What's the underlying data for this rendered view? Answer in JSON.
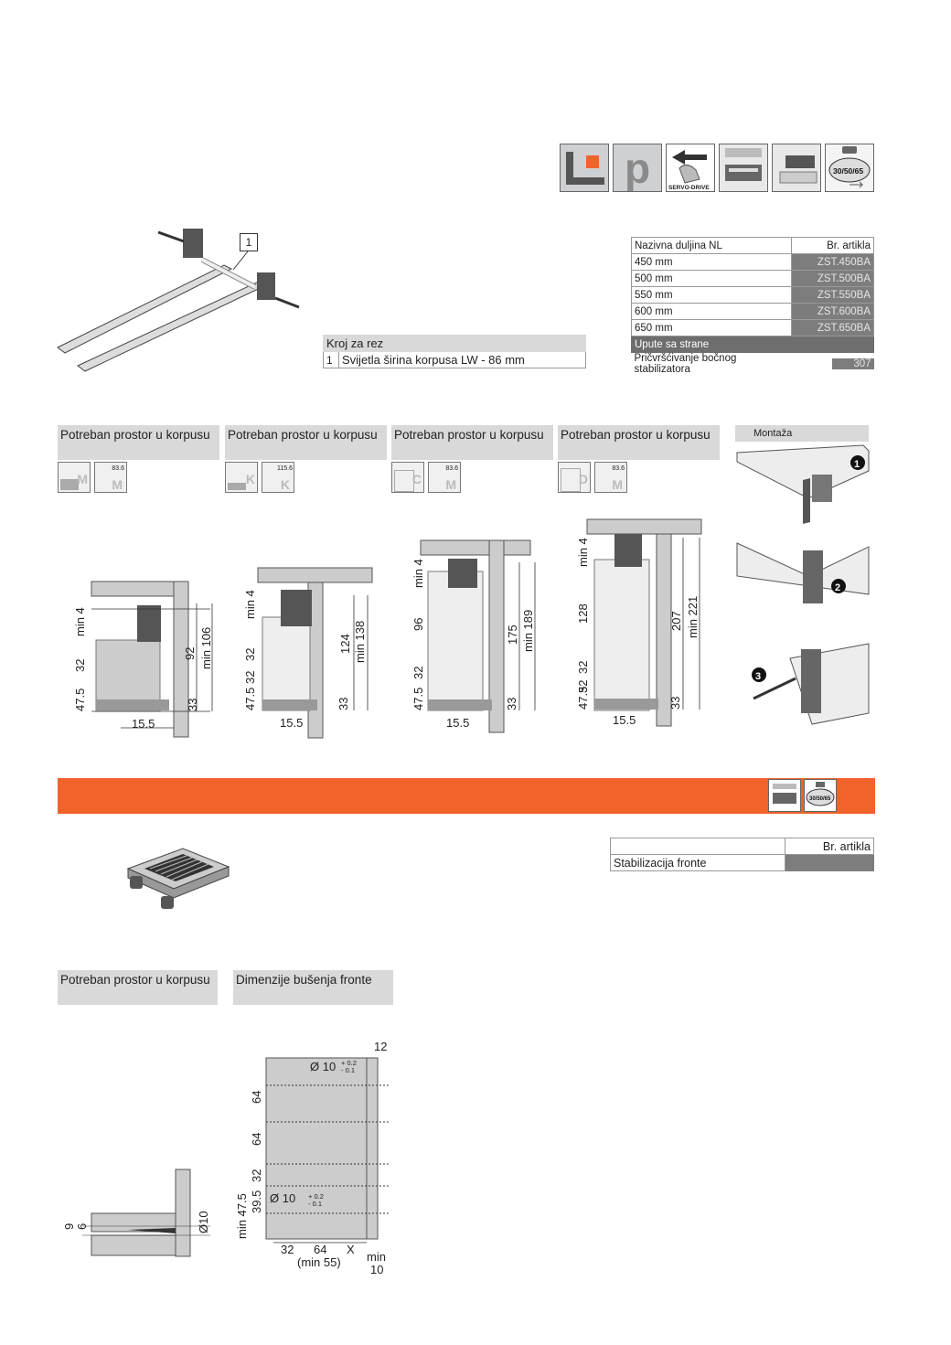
{
  "top_icons": [
    "drawer-type-icon",
    "p-letter-icon",
    "servo-drive-icon",
    "drawer-pull-icon",
    "drawer-inner-icon",
    "load-rating-icon"
  ],
  "top_icon_texts": {
    "servo": "SERVO-DRIVE",
    "load": "30/50/65",
    "p": "p"
  },
  "callout_number": "1",
  "cut_table": {
    "header": "Kroj za rez",
    "row_num": "1",
    "row_text": "Svijetla širina korpusa LW - 86 mm"
  },
  "article_table": {
    "col1": "Nazivna duljina NL",
    "col2": "Br. artikla",
    "rows": [
      {
        "len": "450 mm",
        "art": "ZST.450BA"
      },
      {
        "len": "500 mm",
        "art": "ZST.500BA"
      },
      {
        "len": "550 mm",
        "art": "ZST.550BA"
      },
      {
        "len": "600 mm",
        "art": "ZST.600BA"
      },
      {
        "len": "650 mm",
        "art": "ZST.650BA"
      }
    ],
    "note_header": "Upute sa strane",
    "note_text": "Pričvršćivanje bočnog stabilizatora",
    "note_page": "307"
  },
  "space_header": "Potreban prostor u korpusu",
  "montaza": "Montaža",
  "variants": [
    {
      "letter": "M",
      "dim": "83.6",
      "mark": "M",
      "min4": "min 4",
      "d1": "32",
      "d2": "47.5",
      "h1": "92",
      "h2": "min 106",
      "b": "33",
      "w": "15.5"
    },
    {
      "letter": "K",
      "dim": "115.6",
      "mark": "K",
      "min4": "min 4",
      "d1": "32",
      "d1b": "32",
      "d2": "47.5",
      "h1": "124",
      "h2": "min 138",
      "b": "33",
      "w": "15.5"
    },
    {
      "letter": "C",
      "dim": "83.6",
      "mark": "M",
      "min4": "min 4",
      "d0": "96",
      "d1": "32",
      "d2": "47.5",
      "h1": "175",
      "h2": "min 189",
      "b": "33",
      "w": "15.5"
    },
    {
      "letter": "D",
      "dim": "83.6",
      "mark": "M",
      "min4": "min 4",
      "d0": "128",
      "d1": "32",
      "d1b": "32",
      "d2": "47.5",
      "h1": "207",
      "h2": "min 221",
      "b": "33",
      "w": "15.5"
    }
  ],
  "steps": [
    "1",
    "2",
    "3"
  ],
  "front_table": {
    "col2": "Br. artikla",
    "row": "Stabilizacija fronte"
  },
  "front_headers": {
    "space": "Potreban prostor u korpusu",
    "drill": "Dimenzije bušenja fronte"
  },
  "front_dims": {
    "d9": "9",
    "d6": "6",
    "dia10": "Ø10",
    "top": "12",
    "hole1": "Ø 10",
    "tol1": "+ 0.2",
    "tol2": "- 0.1",
    "s64a": "64",
    "s64b": "64",
    "s32": "32",
    "s395": "39.5",
    "min475": "min 47.5",
    "hole2": "Ø 10",
    "b32": "32",
    "b64": "64",
    "bx": "X",
    "min55": "(min 55)",
    "min10a": "min",
    "min10b": "10"
  },
  "colors": {
    "orange": "#f0632a",
    "gray_cell": "#7d7d7d",
    "header_bg": "#d9d9d9"
  }
}
